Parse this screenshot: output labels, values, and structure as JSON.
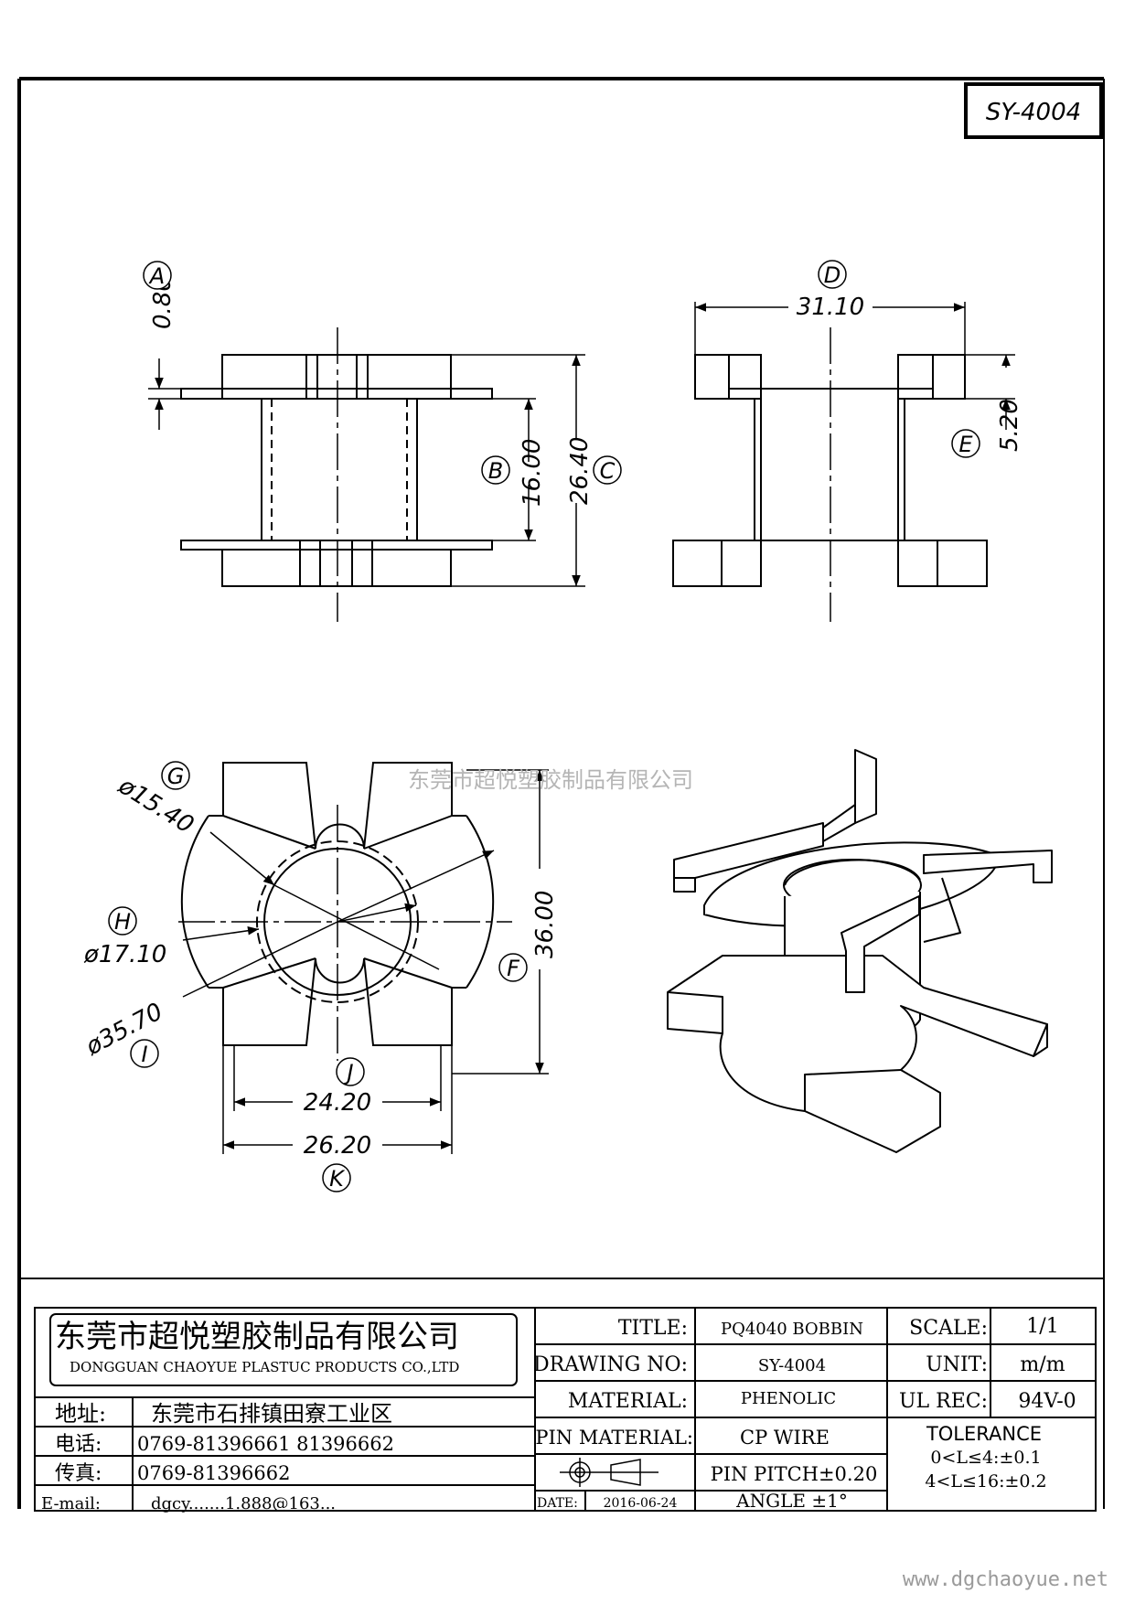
{
  "drawing_code": "SY-4004",
  "watermark": "东莞市超悦塑胶制品有限公司",
  "website": "www.dgchaoyue.net",
  "views": {
    "front": {
      "dims": {
        "a": "0.80",
        "b": "16.00",
        "c": "26.40"
      },
      "labels": {
        "a": "A",
        "b": "B",
        "c": "C"
      }
    },
    "side": {
      "dims": {
        "d": "31.10",
        "e": "5.20"
      },
      "labels": {
        "d": "D",
        "e": "E"
      }
    },
    "top": {
      "dims": {
        "g": "ø15.40",
        "h": "ø17.10",
        "i": "ø35.70",
        "f": "36.00",
        "j": "24.20",
        "k": "26.20"
      },
      "labels": {
        "f": "F",
        "g": "G",
        "h": "H",
        "i": "I",
        "j": "J",
        "k": "K"
      }
    }
  },
  "company": {
    "name_cn": "东莞市超悦塑胶制品有限公司",
    "name_en": "DONGGUAN CHAOYUE PLASTUC PRODUCTS CO.,LTD",
    "address_label": "地址:",
    "address": "东莞市石排镇田寮工业区",
    "tel_label": "电话:",
    "tel": "0769-81396661   81396662",
    "fax_label": "传真:",
    "fax": "0769-81396662",
    "email_label": "E-mail:",
    "email": "dgcy.......1.888@163..."
  },
  "title_block": {
    "title_label": "TITLE:",
    "title": "PQ4040 BOBBIN",
    "drawing_no_label": "DRAWING NO:",
    "drawing_no": "SY-4004",
    "material_label": "MATERIAL:",
    "material": "PHENOLIC",
    "pin_material_label": "PIN MATERIAL:",
    "pin_material": "CP WIRE",
    "pin_pitch": "PIN PITCH±0.20",
    "date_label": "DATE:",
    "date": "2016-06-24",
    "angle": "ANGLE  ±1°",
    "scale_label": "SCALE:",
    "scale": "1/1",
    "unit_label": "UNIT:",
    "unit": "m/m",
    "ul_label": "UL REC:",
    "ul": "94V-0",
    "tolerance_label": "TOLERANCE",
    "tol1": "0<L≤4:±0.1",
    "tol2": "4<L≤16:±0.2"
  }
}
